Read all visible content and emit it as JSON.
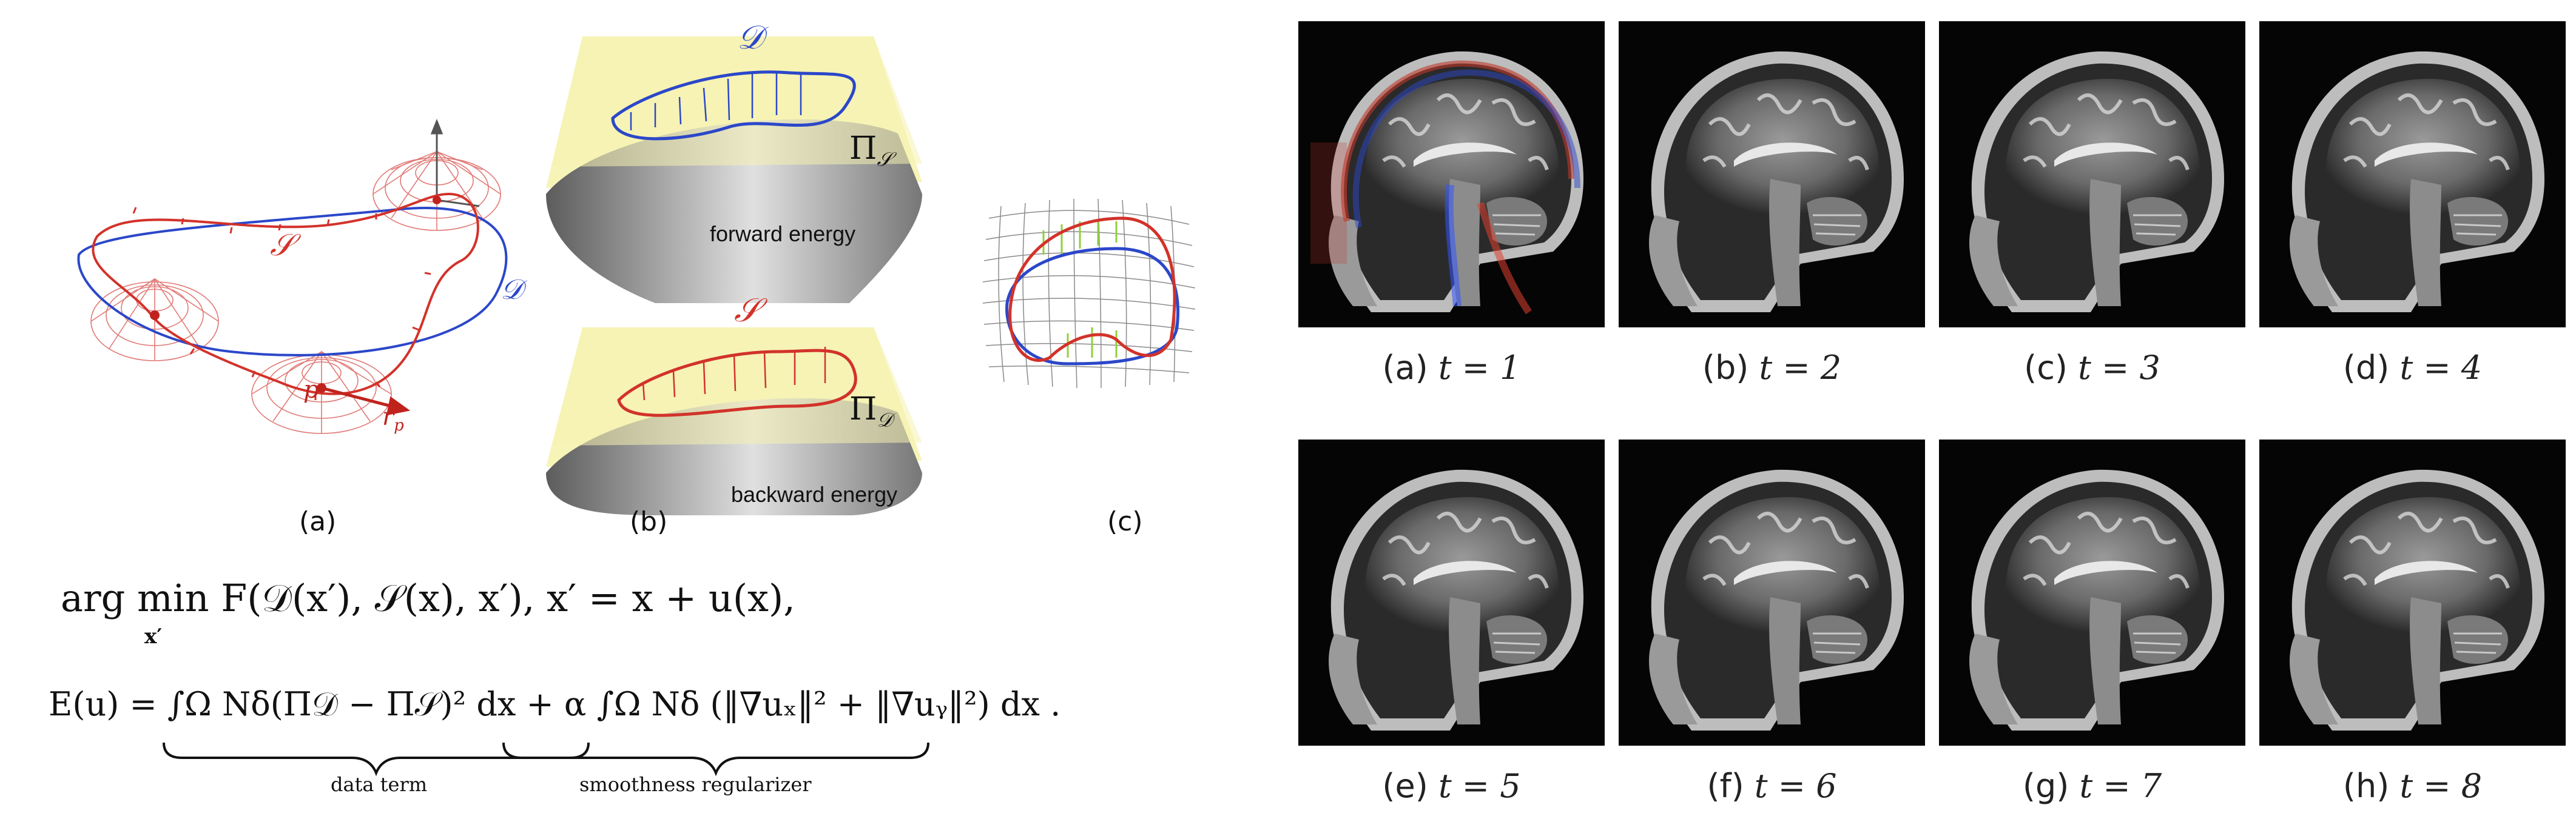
{
  "left": {
    "panel_labels": [
      "(a)",
      "(b)",
      "(c)"
    ],
    "symbols": {
      "S": "𝒮",
      "D": "𝒟",
      "p": "p",
      "r_p": "r",
      "r_p_sub": "p",
      "Pi_S": "Π",
      "Pi_S_sub": "𝒮",
      "Pi_D": "Π",
      "Pi_D_sub": "𝒟"
    },
    "energy_labels": {
      "forward": "forward energy",
      "backward": "backward energy"
    },
    "equation_1": "arg min F(𝒟(x′), 𝒮(x), x′),    x′ = x + u(x),",
    "equation_1_sub": "x′",
    "equation_2_lhs": "E(u) = ∫",
    "equation_2_data": "N",
    "equation_2_full": "E(u) = ∫Ω Nδ(Π𝒟 − Π𝒮)² dx + α ∫Ω Nδ (‖∇uₓ‖² + ‖∇uᵧ‖²) dx .",
    "brace_labels": [
      "data term",
      "smoothness regularizer"
    ],
    "colors": {
      "red": "#d2322a",
      "blue": "#2b47c9",
      "green": "#8fd13a",
      "plane": "#f6f3b0"
    }
  },
  "right": {
    "captions": [
      {
        "letter": "(a)",
        "t": "t = 1"
      },
      {
        "letter": "(b)",
        "t": "t = 2"
      },
      {
        "letter": "(c)",
        "t": "t = 3"
      },
      {
        "letter": "(d)",
        "t": "t = 4"
      },
      {
        "letter": "(e)",
        "t": "t = 5"
      },
      {
        "letter": "(f)",
        "t": "t = 6"
      },
      {
        "letter": "(g)",
        "t": "t = 7"
      },
      {
        "letter": "(h)",
        "t": "t = 8"
      }
    ],
    "first_frame_color_overlay": true
  }
}
